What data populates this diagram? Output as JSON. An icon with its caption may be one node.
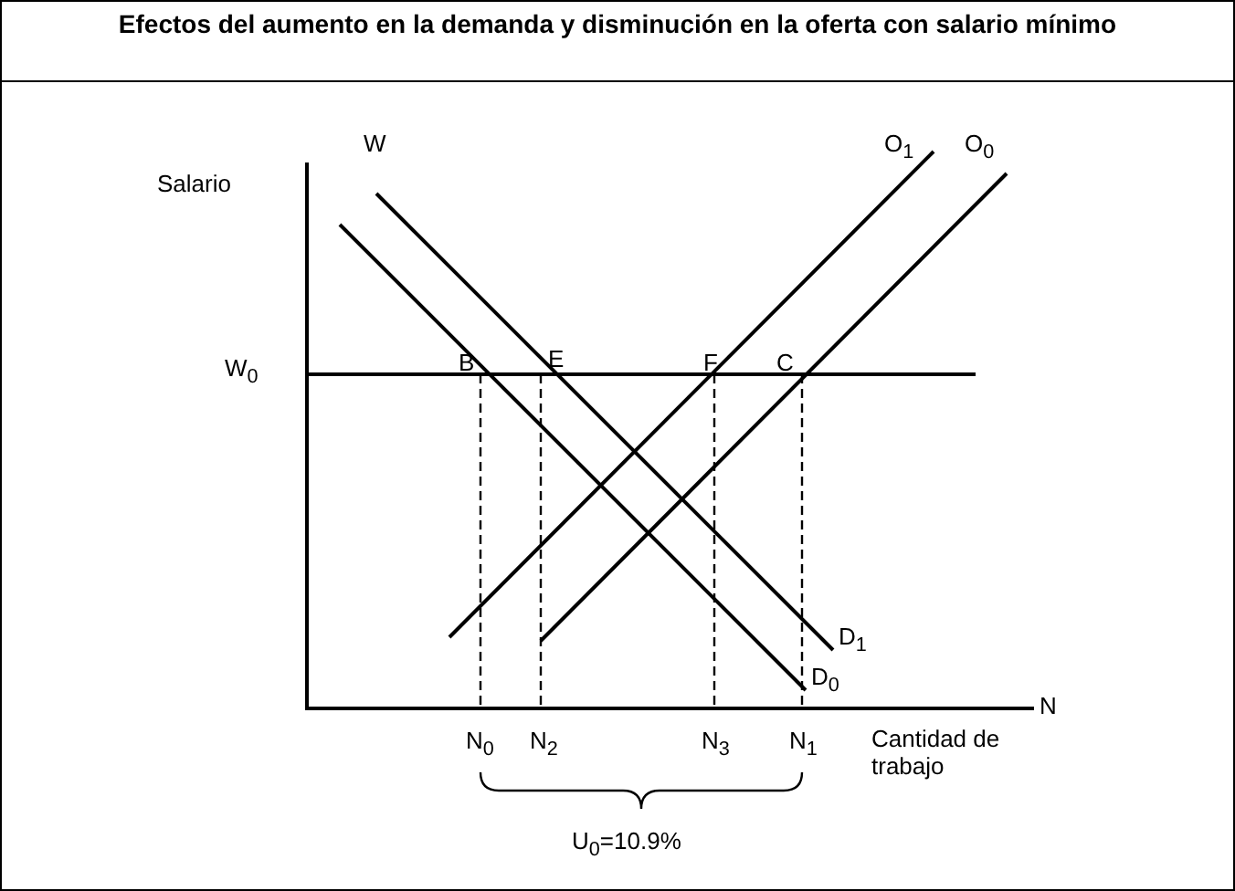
{
  "diagram": {
    "title": "Efectos del aumento en la demanda y disminución en la oferta con salario mínimo",
    "labels": [
      "W",
      "Salario",
      "O$_{1}$",
      "O$_{0}$",
      "W$_{0}$",
      "B",
      "E",
      "F",
      "C",
      "D$_{1}$",
      "D$_{0}$",
      "N",
      "N$_{0}$",
      "N$_{2}$",
      "N$_{3}$",
      "N$_{1}$",
      "Cantidad de trabajo",
      "U$_{0}$=10.9%"
    ]
  }
}
